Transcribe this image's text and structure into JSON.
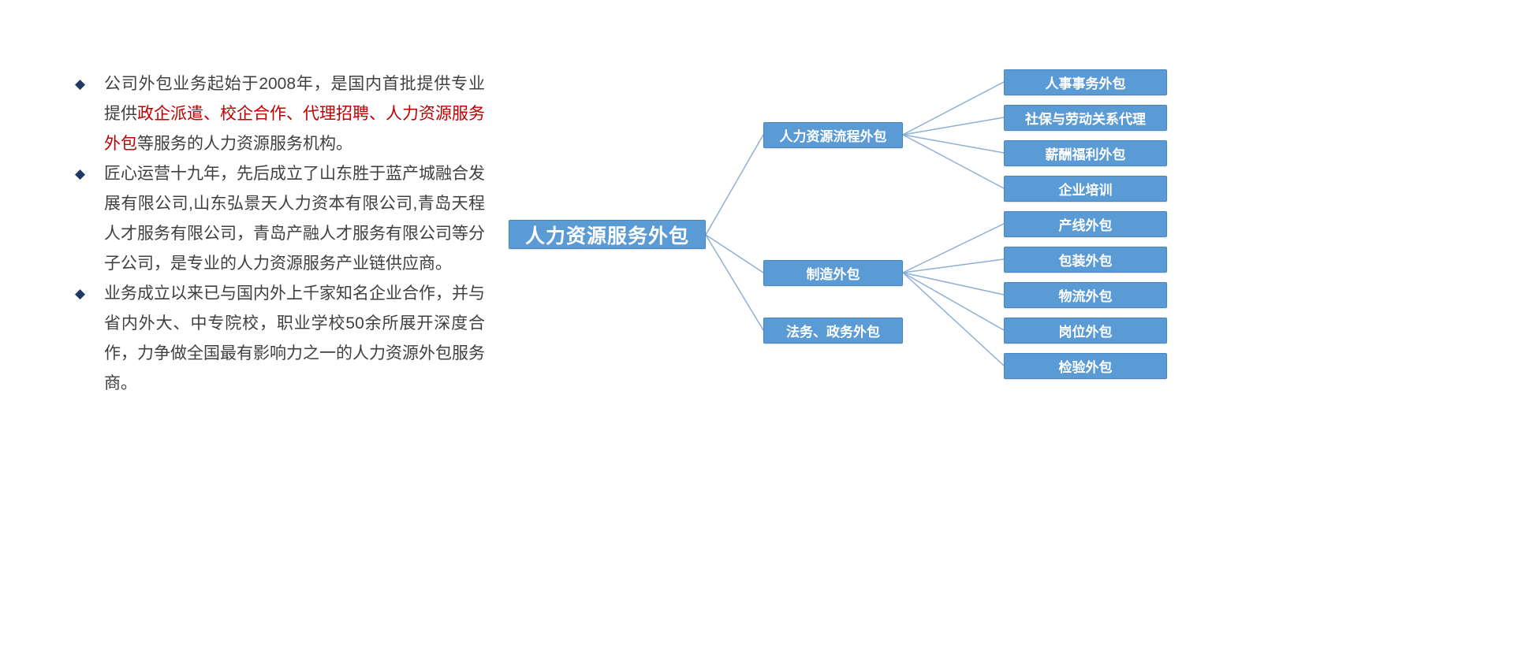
{
  "bullets": [
    {
      "segments": [
        {
          "text": "公司外包业务起始于2008年，是国内首批提供专业提供",
          "style": "normal"
        },
        {
          "text": "政企派遣、校企合作、代理招聘、人力资源服务外包",
          "style": "red"
        },
        {
          "text": "等服务的人力资源服务机构。",
          "style": "normal"
        }
      ]
    },
    {
      "segments": [
        {
          "text": "匠心运营十九年，先后成立了山东胜于蓝产城融合发展有限公司,山东弘景天人力资本有限公司,青岛天程人才服务有限公司，青岛产融人才服务有限公司等分子公司，是专业的人力资源服务产业链供应商。",
          "style": "normal"
        }
      ]
    },
    {
      "segments": [
        {
          "text": "业务成立以来已与国内外上千家知名企业合作，并与省内外大、中专院校，职业学校50余所展开深度合作，力争做全国最有影响力之一的人力资源外包服务商。",
          "style": "normal"
        }
      ]
    }
  ],
  "diagram": {
    "root": {
      "label": "人力资源服务外包"
    },
    "branches": [
      {
        "label": "人力资源流程外包",
        "children": [
          {
            "label": "人事事务外包"
          },
          {
            "label": "社保与劳动关系代理"
          },
          {
            "label": "薪酬福利外包"
          },
          {
            "label": "企业培训"
          }
        ]
      },
      {
        "label": "制造外包",
        "children": [
          {
            "label": "产线外包"
          },
          {
            "label": "包装外包"
          },
          {
            "label": "物流外包"
          },
          {
            "label": "岗位外包"
          },
          {
            "label": "检验外包"
          }
        ]
      },
      {
        "label": "法务、政务外包",
        "children": []
      }
    ]
  },
  "colors": {
    "accent": "#5b9bd5",
    "accent-border": "#4a86be",
    "connector": "#8fafd4",
    "red-text": "#c00000",
    "bullet": "#1f3864",
    "body-text": "#404040",
    "background": "#ffffff"
  }
}
